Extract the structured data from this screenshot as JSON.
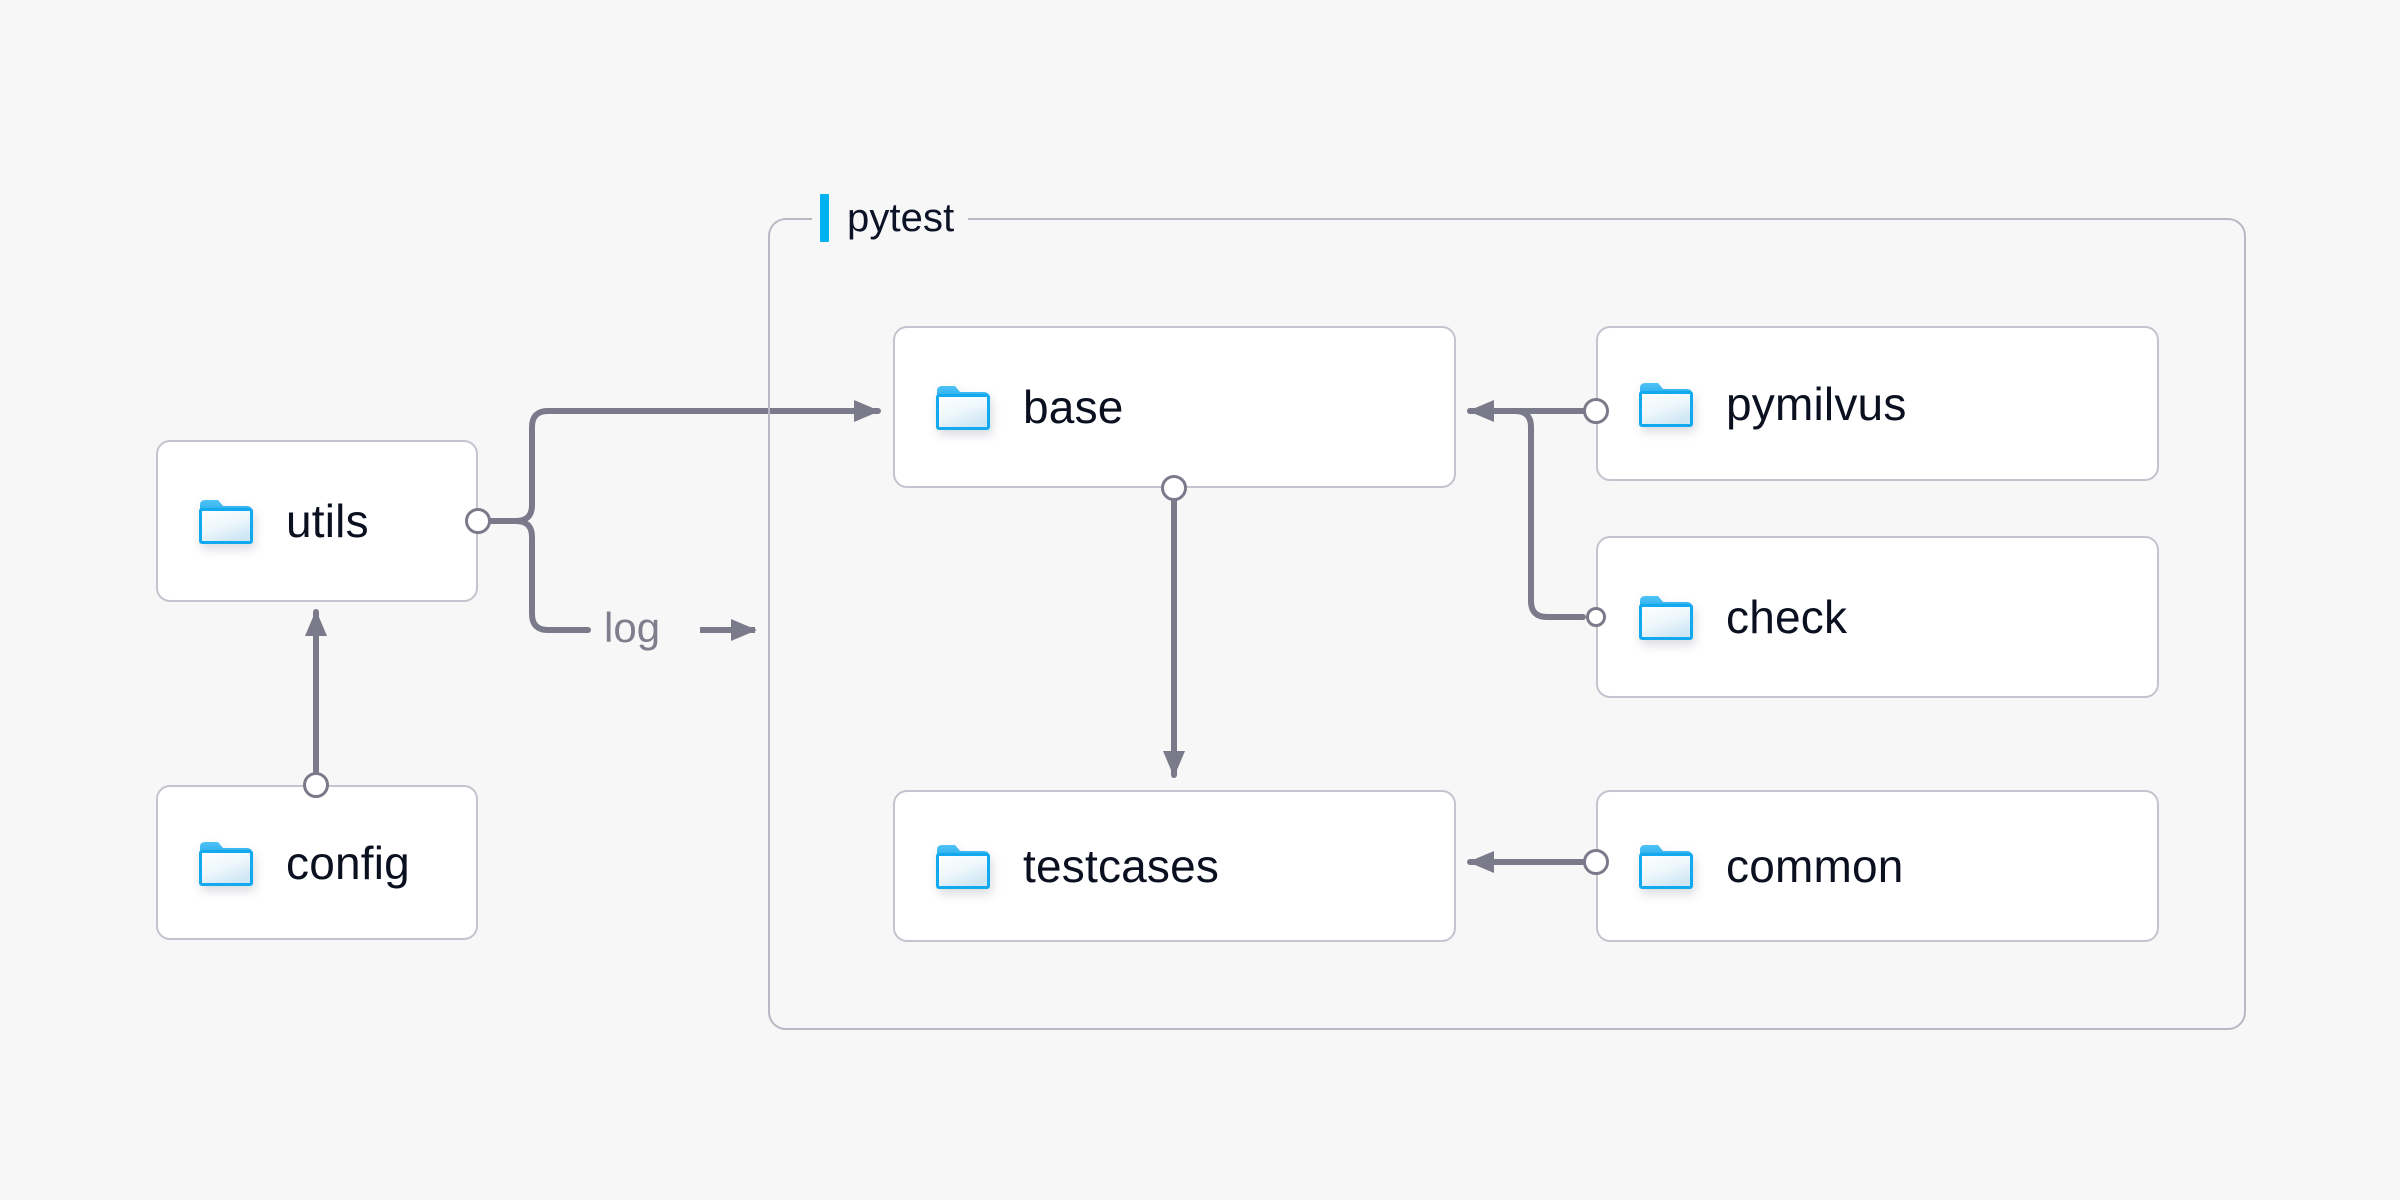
{
  "diagram": {
    "title_visible": false,
    "background_color": "#f7f7f8",
    "accent_color": "#00b2f0",
    "edge_color": "#7a7a8a",
    "node_border_color": "#c4c3ce",
    "node_fill_color": "#ffffff",
    "node_text_color": "#0b1020",
    "group_border_color": "#b9b8c4",
    "edge_label_color": "#7e7e8d"
  },
  "group": {
    "label": "pytest",
    "accent_bar": "accent-bar",
    "icon": "group-container"
  },
  "nodes": [
    {
      "id": "utils",
      "label": "utils",
      "icon": "folder-icon",
      "inside_group": false
    },
    {
      "id": "config",
      "label": "config",
      "icon": "folder-icon",
      "inside_group": false
    },
    {
      "id": "base",
      "label": "base",
      "icon": "folder-icon",
      "inside_group": true
    },
    {
      "id": "testcases",
      "label": "testcases",
      "icon": "folder-icon",
      "inside_group": true
    },
    {
      "id": "pymilvus",
      "label": "pymilvus",
      "icon": "folder-icon",
      "inside_group": true
    },
    {
      "id": "check",
      "label": "check",
      "icon": "folder-icon",
      "inside_group": true
    },
    {
      "id": "common",
      "label": "common",
      "icon": "folder-icon",
      "inside_group": true
    }
  ],
  "edges": [
    {
      "id": "utils-base",
      "from": "utils",
      "to": "base",
      "label": "",
      "arrow": "to"
    },
    {
      "id": "utils-log",
      "from": "utils",
      "to": "pytest",
      "label": "log",
      "arrow": "to"
    },
    {
      "id": "config-utils",
      "from": "config",
      "to": "utils",
      "label": "",
      "arrow": "to"
    },
    {
      "id": "base-testcases",
      "from": "base",
      "to": "testcases",
      "label": "",
      "arrow": "to"
    },
    {
      "id": "pymilvus-base",
      "from": "pymilvus",
      "to": "base",
      "label": "",
      "arrow": "to"
    },
    {
      "id": "check-base",
      "from": "check",
      "to": "base",
      "label": "",
      "arrow": "to"
    },
    {
      "id": "common-testcases",
      "from": "common",
      "to": "testcases",
      "label": "",
      "arrow": "to"
    }
  ],
  "edge_labels": {
    "log": "log",
    "log_arrow_glyph": "arrow-right-icon"
  }
}
